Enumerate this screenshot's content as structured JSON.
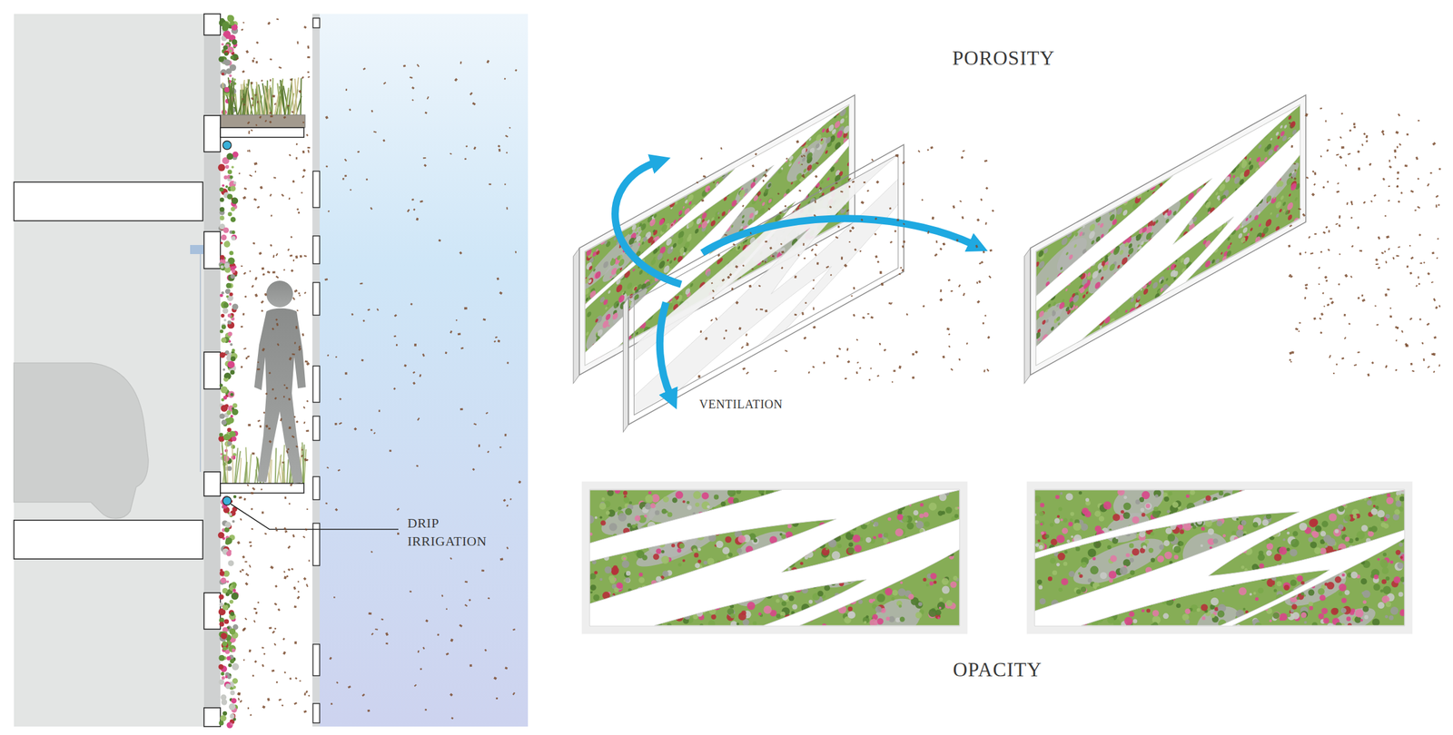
{
  "diagram": {
    "labels": [
      "DRIP IRRIGATION",
      "POROSITY",
      "VENTILATION",
      "OPACITY"
    ]
  }
}
